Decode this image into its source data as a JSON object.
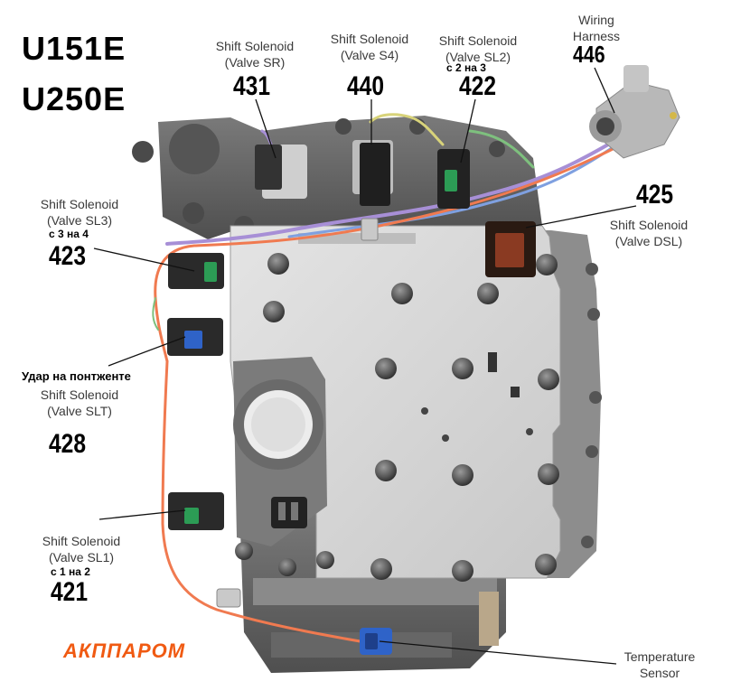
{
  "models": [
    "U151E",
    "U250E"
  ],
  "logo_text": "АКППАРОМ",
  "callouts": {
    "sr": {
      "title": "Shift Solenoid",
      "valve": "(Valve SR)",
      "code": "431"
    },
    "s4": {
      "title": "Shift Solenoid",
      "valve": "(Valve S4)",
      "code": "440"
    },
    "sl2": {
      "title": "Shift Solenoid",
      "valve": "(Valve SL2)",
      "note": "с 2 на 3",
      "code": "422"
    },
    "harness": {
      "title": "Wiring",
      "title2": "Harness",
      "code": "446"
    },
    "dsl": {
      "title": "Shift Solenoid",
      "valve": "(Valve DSL)",
      "code": "425"
    },
    "sl3": {
      "title": "Shift Solenoid",
      "valve": "(Valve SL3)",
      "note": "с 3 на 4",
      "code": "423"
    },
    "slt": {
      "note": "Удар на понтженте",
      "title": "Shift Solenoid",
      "valve": "(Valve SLT)",
      "code": "428"
    },
    "sl1": {
      "title": "Shift Solenoid",
      "valve": "(Valve SL1)",
      "note": "с 1 на 2",
      "code": "421"
    },
    "temp": {
      "title": "Temperature",
      "title2": "Sensor"
    }
  },
  "colors": {
    "plate": "#d9d9d9",
    "body": "#6e6e6e",
    "wire_orange": "#f07a50",
    "wire_purple": "#a78fd6",
    "logo": "#f05a12"
  }
}
